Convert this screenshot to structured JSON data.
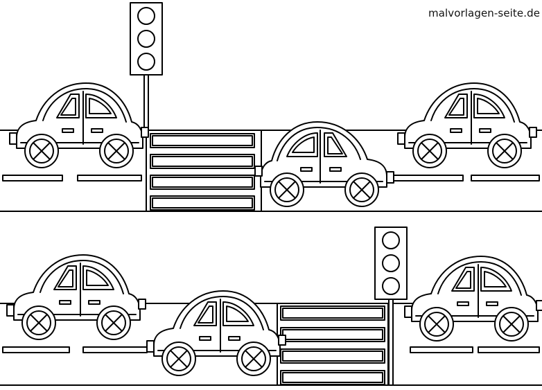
{
  "watermark": "malvorlagen-seite.de",
  "scene": {
    "style": "black-and-white coloring page",
    "subject": "cars on two road strips with traffic lights and zebra crossings",
    "line_color": "#000000",
    "fill_color": "#ffffff"
  }
}
